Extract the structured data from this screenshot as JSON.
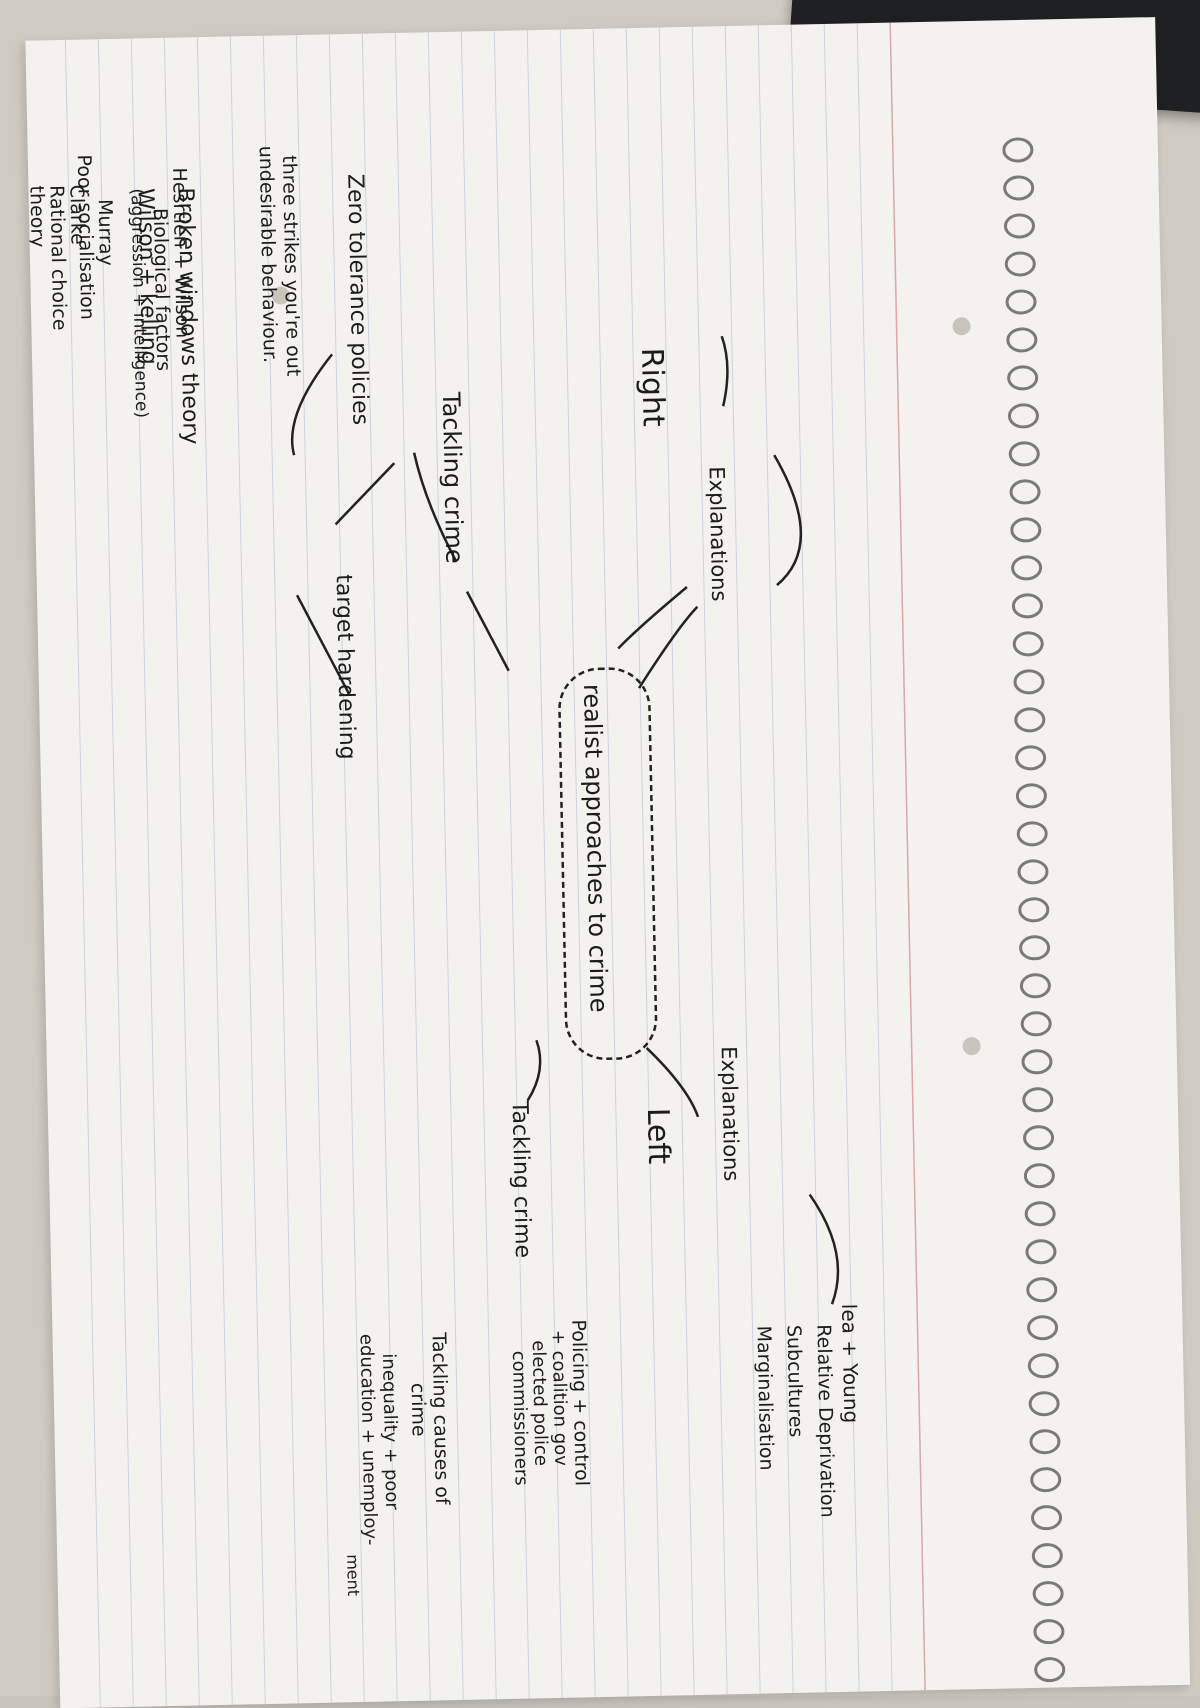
{
  "center": "realist approaches to crime",
  "right": {
    "title": "Right",
    "explanations": "Explanations",
    "hernstein_wilson": "Hesrtien + Wilson",
    "biological": "Biological factors",
    "aggression": "(aggression + intelligence)",
    "murray": "Murray",
    "poor_socialisation": "Poor socialisation",
    "clarke": "Clarke",
    "rational_choice": "Rational choice",
    "theory": "theory",
    "tackling": "Tackling crime",
    "zero_tolerance": "Zero tolerance policies",
    "three_strikes": "three strikes you're out",
    "undesirable": "undesirable behaviour.",
    "broken_windows": "Broken windows theory",
    "wilson_kelling": "Wilson + kelling",
    "target_hardening": "target hardening"
  },
  "left": {
    "title": "Left",
    "explanations": "Explanations",
    "lea_young": "lea + Young",
    "bullets": [
      "Relative Deprivation",
      "Subcultures",
      "Marginalisation"
    ],
    "tackling": "Tackling crime",
    "policing": "Policing + control",
    "coalition": "+ coalition gov",
    "elected": "elected police",
    "commissioners": "commissioners",
    "tackling_causes": "Tackling causes of",
    "crime": "crime",
    "inequality": "inequality + poor",
    "education": "education + unemploy-",
    "ment": "ment"
  }
}
